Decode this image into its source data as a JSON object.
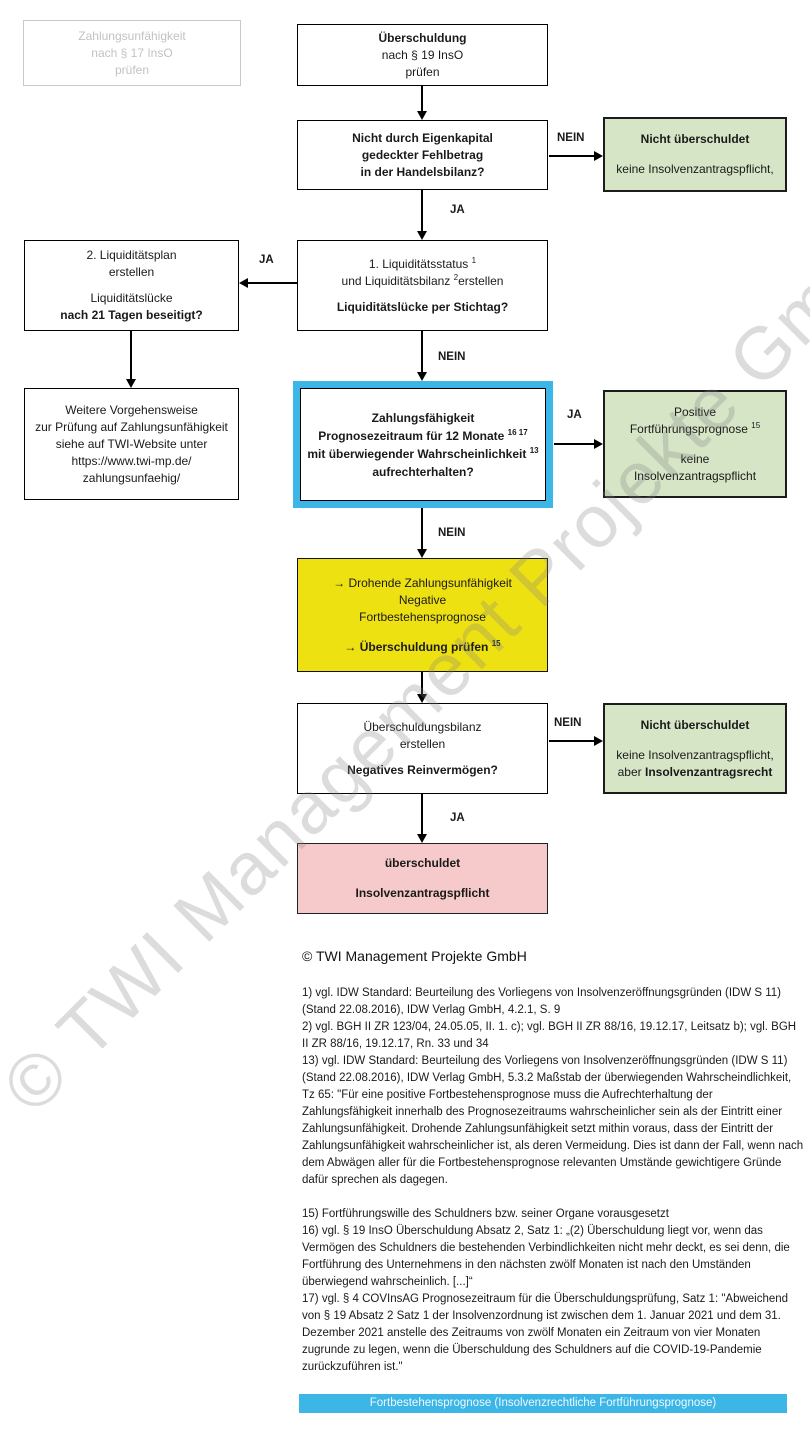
{
  "watermark": {
    "text": "© TWI Management Projekte GmbH"
  },
  "connectors": {
    "yes": "JA",
    "no": "NEIN"
  },
  "colors": {
    "cyan": "#3cb6e6",
    "green": "#d6e5c6",
    "yellow": "#ede112",
    "pink": "#f6caca",
    "greytext": "#c2c2c2"
  },
  "flow": {
    "check17": {
      "line1": "Zahlungsunfähigkeit",
      "line2": "nach § 17 InsO",
      "line3": "prüfen"
    },
    "check19": {
      "line1": "Überschuldung",
      "line2": "nach § 19 InsO",
      "line3": "prüfen"
    },
    "equity": {
      "line1": "Nicht durch Eigenkapital",
      "line2": "gedeckter Fehlbetrag",
      "line3": "in der Handelsbilanz?"
    },
    "notOverindebted1": {
      "line1": "Nicht überschuldet",
      "line2": "keine Insolvenzantragspflicht,"
    },
    "liquidityStatus": {
      "line1": "1. Liquiditätsstatus",
      "sup1": "1",
      "line2a": "und Liquiditätsbilanz",
      "sup2": "2",
      "line2b": "erstellen",
      "line3": "Liquiditätslücke per Stichtag?"
    },
    "liquidityPlan": {
      "line1": "2. Liquiditätsplan",
      "line2": "erstellen",
      "line3": "Liquiditätslücke",
      "line4": "nach 21 Tagen beseitigt?"
    },
    "furtherProcedure": {
      "line1": "Weitere Vorgehensweise",
      "line2": "zur Prüfung auf Zahlungsunfähigkeit",
      "line3": "siehe auf TWI-Website unter",
      "link1": "https://www.twi-mp.de/",
      "link2": "zahlungsunfaehig/"
    },
    "solvencyForecast": {
      "line1": "Zahlungsfähigkeit",
      "line2": "Prognosezeitraum für 12 Monate",
      "sup2": "16 17",
      "line3": "mit überwiegender Wahrscheinlichkeit",
      "sup3": "13",
      "line4": "aufrechterhalten?"
    },
    "positiveForecast": {
      "line1": "Positive",
      "line2": "Fortführungsprognose",
      "sup2": "15",
      "line3": "keine",
      "line4": "Insolvenzantragspflicht"
    },
    "negativeForecast": {
      "line1": "→ Drohende Zahlungsunfähigkeit",
      "line2": "Negative",
      "line3": "Fortbestehensprognose",
      "line4": "→ Überschuldung prüfen",
      "sup4": "15"
    },
    "balanceSheet": {
      "line1": "Überschuldungsbilanz",
      "line2": "erstellen",
      "line3": "Negatives Reinvermögen?"
    },
    "notOverindebted2": {
      "line1": "Nicht überschuldet",
      "line2": "keine Insolvenzantragspflicht,",
      "line3a": "aber",
      "line3b": "Insolvenzantragsrecht"
    },
    "overindebted": {
      "line1": "überschuldet",
      "line2": "Insolvenzantragspflicht"
    }
  },
  "footer": {
    "copyright": "© TWI Management Projekte GmbH",
    "footnotes_block1": [
      "1) vgl. IDW Standard: Beurteilung des Vorliegens von Insolvenzeröffnungsgründen (IDW S 11) (Stand 22.08.2016), IDW Verlag GmbH, 4.2.1, S. 9",
      "2) vgl. BGH II ZR 123/04, 24.05.05, II. 1. c); vgl. BGH II ZR 88/16, 19.12.17, Leitsatz b); vgl. BGH II ZR 88/16, 19.12.17, Rn. 33 und 34",
      "13) vgl. IDW Standard: Beurteilung des Vorliegens von Insolvenzeröffnungsgründen (IDW S 11) (Stand 22.08.2016), IDW Verlag GmbH, 5.3.2 Maßstab der überwiegenden Wahrscheindlichkeit, Tz 65: \"Für eine positive Fortbestehensprognose muss die Aufrechterhaltung der Zahlungsfähigkeit innerhalb des Prognosezeitraums wahrscheinlicher sein als der Eintritt einer Zahlungsunfähigkeit. Drohende Zahlungsunfähigkeit setzt mithin voraus, dass der Eintritt der Zahlungsunfähigkeit wahrscheinlicher ist, als deren Vermeidung. Dies ist dann der Fall, wenn nach dem Abwägen aller für die Fortbestehensprognose relevanten Umstände gewichtigere Gründe dafür sprechen als dagegen."
    ],
    "footnotes_block2": [
      "15) Fortführungswille des Schuldners bzw. seiner Organe vorausgesetzt",
      "16) vgl. § 19 InsO Überschuldung Absatz 2, Satz 1: „(2) Überschuldung liegt vor, wenn das Vermögen des Schuldners die bestehenden Verbindlichkeiten nicht mehr deckt, es sei denn, die Fortführung des Unternehmens in den nächsten zwölf Monaten ist nach den Umständen überwiegend wahrscheinlich. [...]“",
      "17) vgl. § 4 COVInsAG Prognosezeitraum für die Überschuldungsprüfung, Satz 1: \"Abweichend von § 19 Absatz 2 Satz 1 der Insolvenzordnung ist zwischen dem 1. Januar 2021 und dem 31. Dezember 2021 anstelle des Zeitraums von zwölf Monaten ein Zeitraum von vier Monaten zugrunde zu legen, wenn die Überschuldung des Schuldners auf die COVID-19-Pandemie zurückzuführen ist.\""
    ],
    "banner": "Fortbestehensprognose (Insolvenzrechtliche Fortführungsprognose)"
  }
}
